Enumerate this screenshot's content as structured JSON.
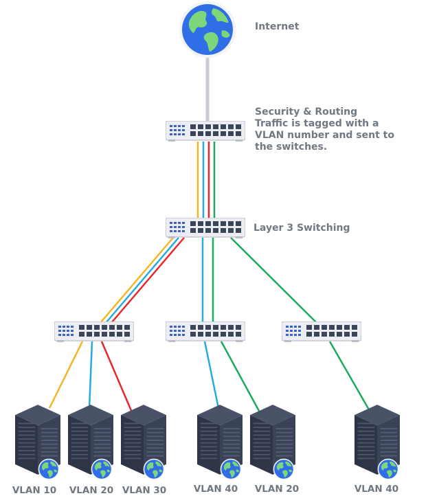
{
  "labels": {
    "internet": "Internet",
    "security_routing": [
      "Security & Routing",
      "Traffic is tagged with a",
      "VLAN number and sent to",
      "the switches."
    ],
    "layer3": "Layer 3 Switching"
  },
  "servers": [
    {
      "vlan": "VLAN 10"
    },
    {
      "vlan": "VLAN 20"
    },
    {
      "vlan": "VLAN 30"
    },
    {
      "vlan": "VLAN 40"
    },
    {
      "vlan": "VLAN 20"
    },
    {
      "vlan": "VLAN 40"
    }
  ],
  "colors": {
    "vlan10": "#f5b523",
    "vlan20": "#27a9e1",
    "vlan30": "#e8262a",
    "vlan40": "#1aab5a",
    "uplink": "#c9ccd4",
    "switch_body": "#eceef3",
    "switch_port": "#3a4559",
    "server_body": "#2e3547",
    "globe_ocean": "#2f6ee6",
    "globe_land": "#7ed67a"
  }
}
